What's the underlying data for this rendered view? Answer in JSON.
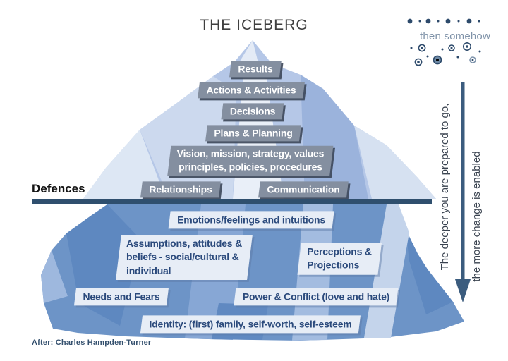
{
  "title": "THE ICEBERG",
  "logo": {
    "name": "then somehow"
  },
  "above_water": {
    "results": "Results",
    "actions": "Actions & Activities",
    "decisions": "Decisions",
    "plans": "Plans & Planning",
    "vision": "Vision, mission, strategy, values\nprinciples, policies, procedures",
    "relationships": "Relationships",
    "communication": "Communication"
  },
  "waterline": {
    "label": "Defences",
    "color": "#2f4f6e"
  },
  "below_water": {
    "emotions": "Emotions/feelings and intuitions",
    "assumptions": "Assumptions, attitudes &\nbeliefs - social/cultural &\nindividual",
    "perceptions": "Perceptions &\nProjections",
    "needs": "Needs and Fears",
    "power": "Power & Conflict (love and hate)",
    "identity": "Identity: (first) family, self-worth, self-esteem"
  },
  "right_rail": {
    "line1": "The deeper you are prepared to go,",
    "line2": "the more change is enabled"
  },
  "attribution": "After: Charles Hampden-Turner",
  "colors": {
    "iceberg_above": "#b5c7e7",
    "iceberg_below": "#6d94c7",
    "above_slab": "#848fa0",
    "below_slab": "#e7edf6",
    "waterline": "#2f4f6e",
    "arrow": "#3b5c7e",
    "logo_navy": "#2d4a6b"
  }
}
